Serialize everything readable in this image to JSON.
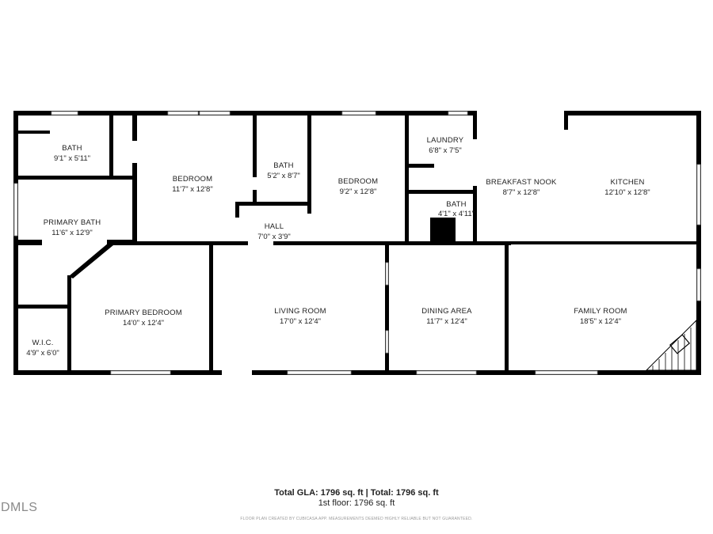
{
  "rooms": [
    {
      "name": "BATH",
      "dims": "9'1\" x 5'11\""
    },
    {
      "name": "PRIMARY BATH",
      "dims": "11'6\" x 12'9\""
    },
    {
      "name": "BEDROOM",
      "dims": "11'7\" x 12'8\""
    },
    {
      "name": "BATH",
      "dims": "5'2\" x 8'7\""
    },
    {
      "name": "HALL",
      "dims": "7'0\" x 3'9\""
    },
    {
      "name": "BEDROOM",
      "dims": "9'2\" x 12'8\""
    },
    {
      "name": "LAUNDRY",
      "dims": "6'8\" x 7'5\""
    },
    {
      "name": "BATH",
      "dims": "4'1\" x 4'11\""
    },
    {
      "name": "BREAKFAST NOOK",
      "dims": "8'7\" x 12'8\""
    },
    {
      "name": "KITCHEN",
      "dims": "12'10\" x 12'8\""
    },
    {
      "name": "PRIMARY BEDROOM",
      "dims": "14'0\" x 12'4\""
    },
    {
      "name": "W.I.C.",
      "dims": "4'9\" x 6'0\""
    },
    {
      "name": "LIVING ROOM",
      "dims": "17'0\" x 12'4\""
    },
    {
      "name": "DINING AREA",
      "dims": "11'7\" x 12'4\""
    },
    {
      "name": "FAMILY ROOM",
      "dims": "18'5\" x 12'4\""
    }
  ],
  "summary": {
    "totals": "Total GLA: 1796 sq. ft | Total: 1796 sq. ft",
    "floor": "1st floor: 1796 sq. ft"
  },
  "disclaimer": "FLOOR PLAN CREATED BY CUBICASA APP. MEASUREMENTS DEEMED HIGHLY RELIABLE BUT NOT GUARANTEED.",
  "logo": "DMLS"
}
